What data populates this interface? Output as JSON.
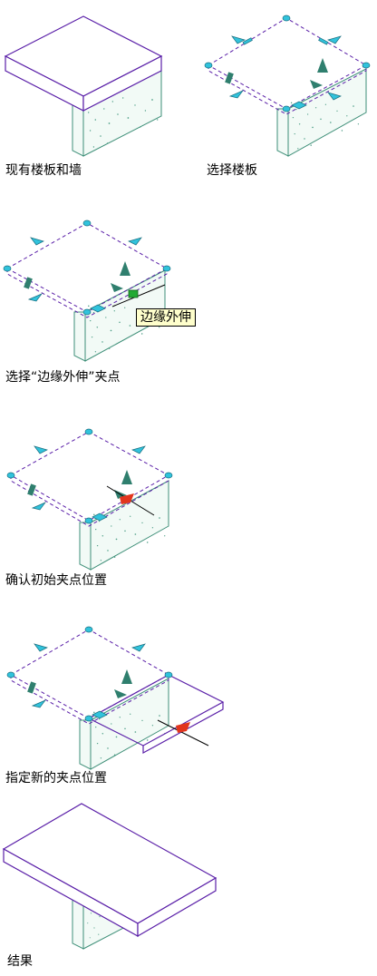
{
  "captions": {
    "step1": "现有楼板和墙",
    "step2": "选择楼板",
    "step3": "选择“边缘外伸”夹点",
    "step4": "确认初始夹点位置",
    "step5": "指定新的夹点位置",
    "step6": "结果"
  },
  "tooltip": "边缘外伸",
  "colors": {
    "slab_outline": "#5a1fa8",
    "wall_outline": "#3e8f78",
    "grip_cyan": "#31c3dc",
    "grip_dark": "#2f7f6e",
    "hot_grip": "#e2351d",
    "selected_grip": "#22aa33"
  }
}
